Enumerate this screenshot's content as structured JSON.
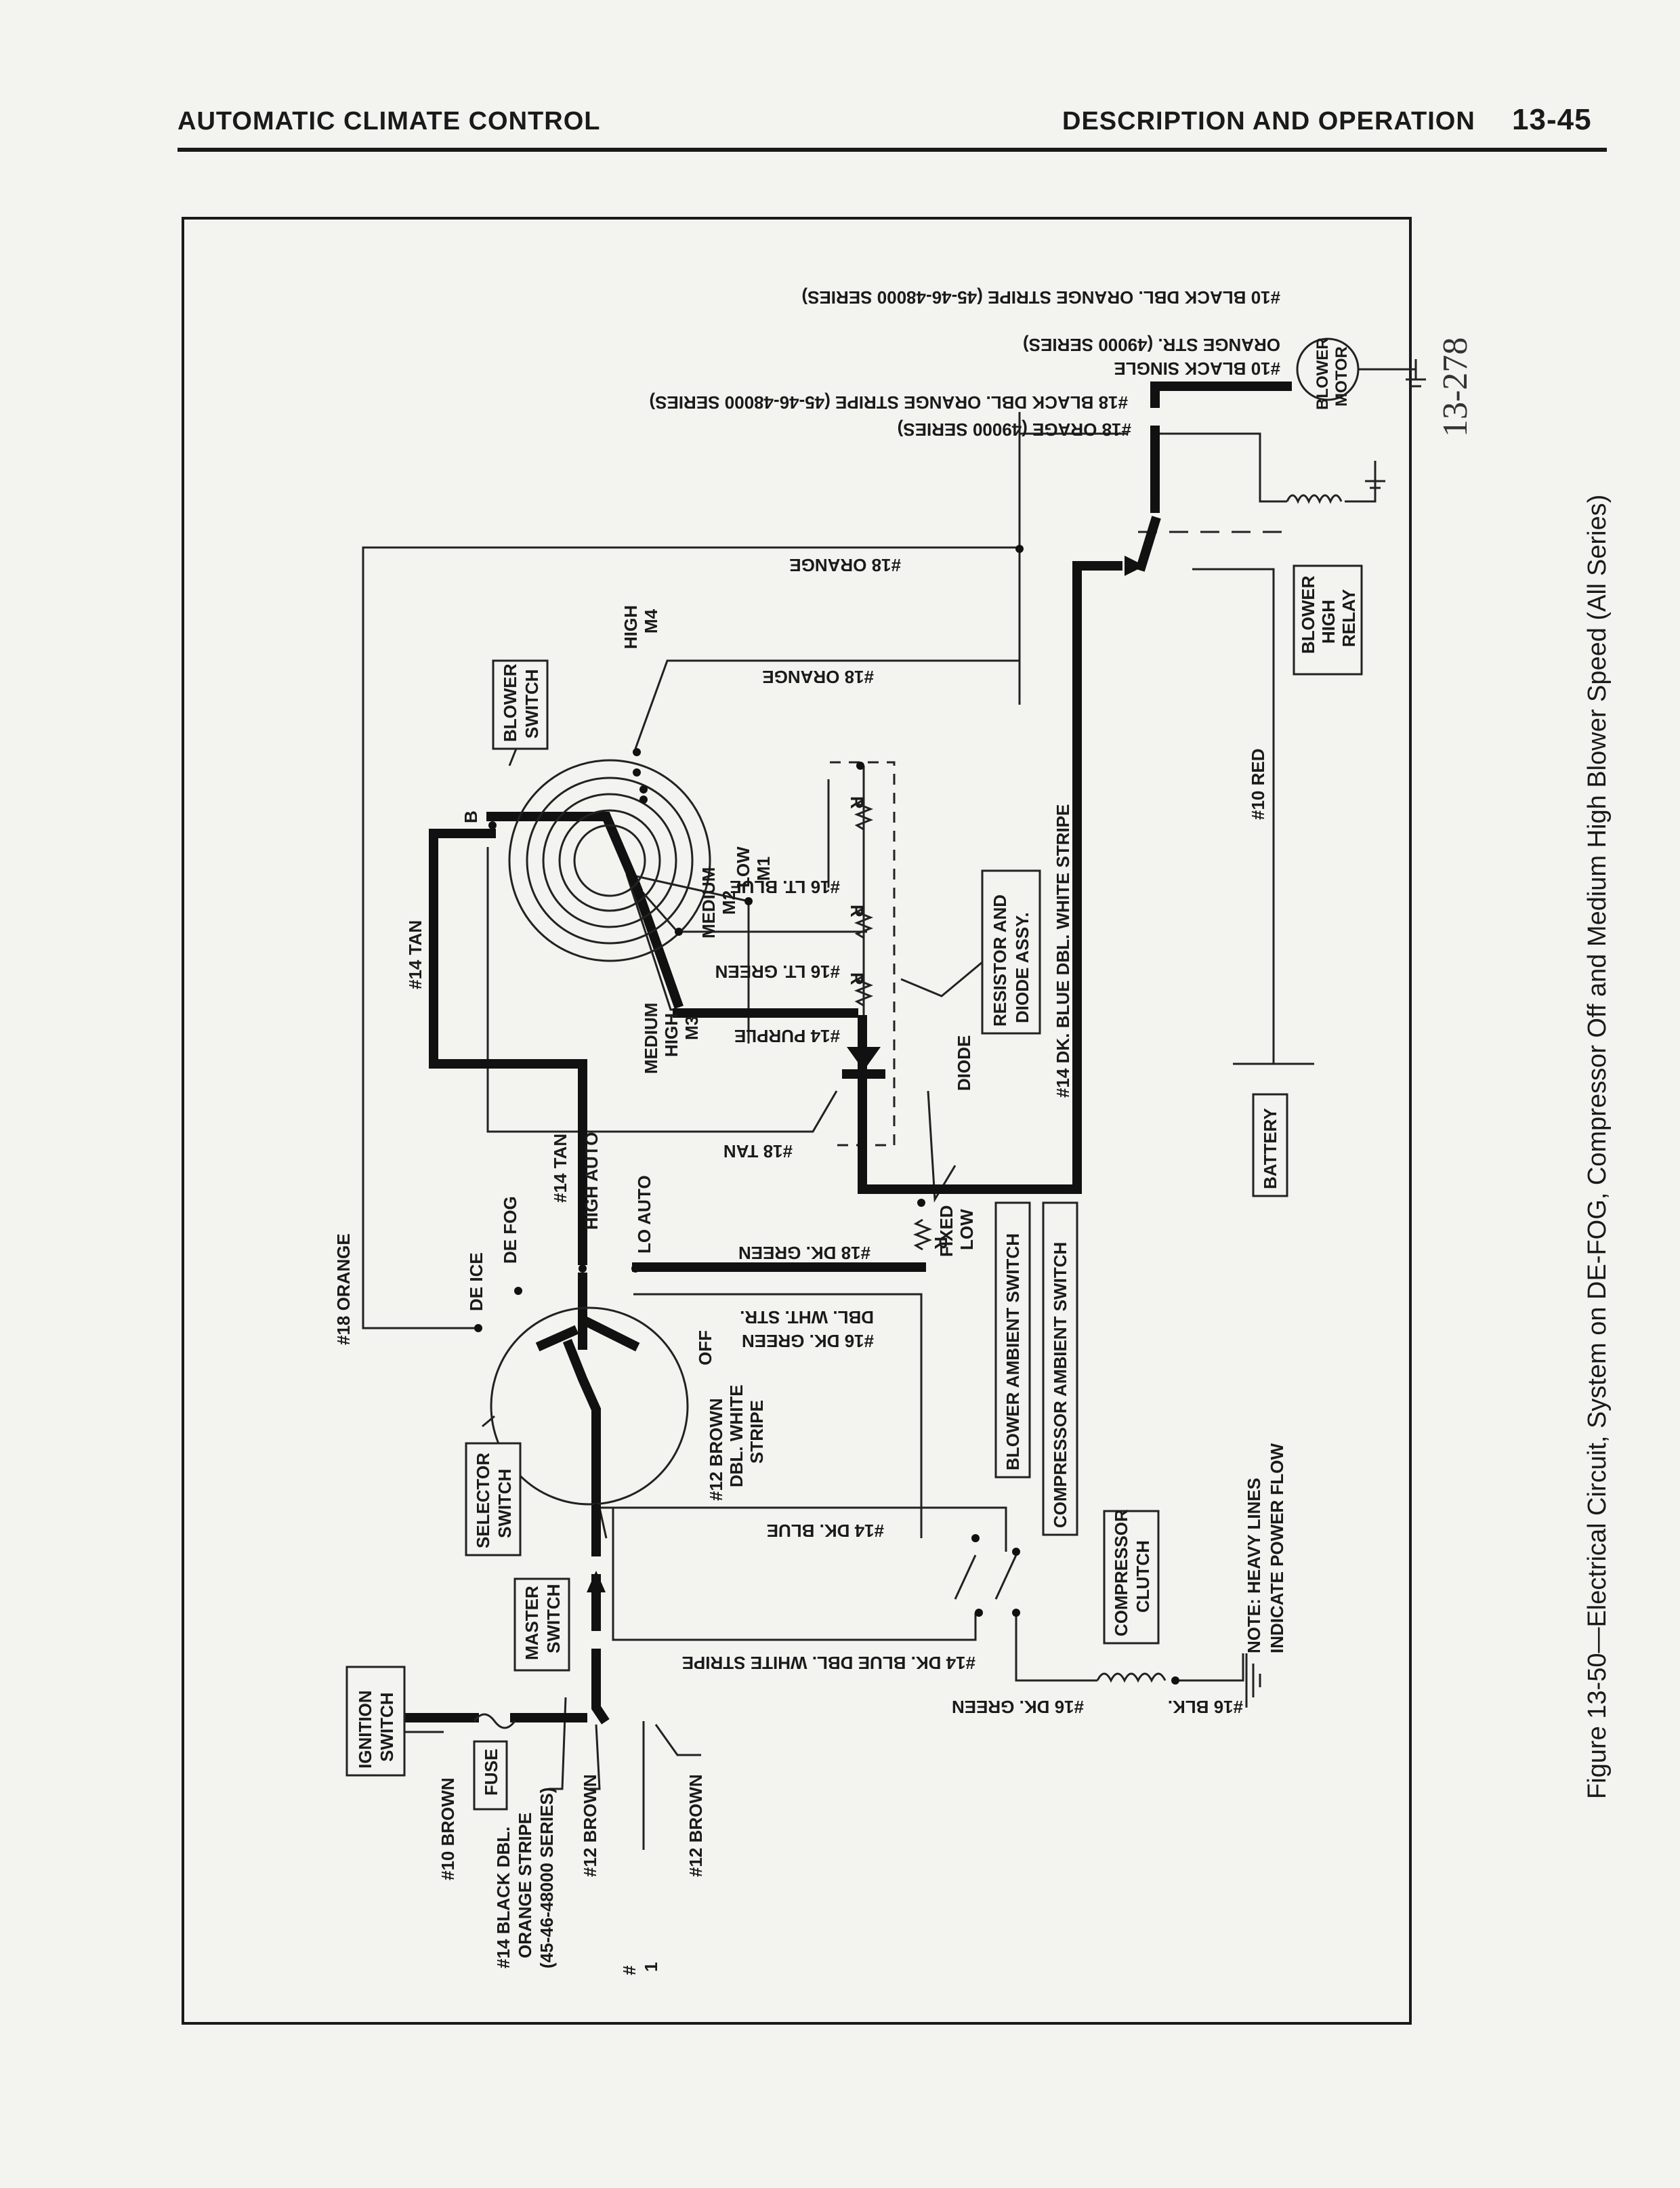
{
  "header": {
    "section": "AUTOMATIC CLIMATE CONTROL",
    "chapter": "DESCRIPTION AND OPERATION",
    "page": "13-45"
  },
  "figure": {
    "caption": "Figure 13-50—Electrical Circuit, System on DE-FOG, Compressor Off and Medium High Blower Speed (All Series)",
    "number": "13-278"
  },
  "components": {
    "ignition_switch": [
      "IGNITION",
      "SWITCH"
    ],
    "fuse": "FUSE",
    "master_switch": [
      "MASTER",
      "SWITCH"
    ],
    "selector_switch": [
      "SELECTOR",
      "SWITCH"
    ],
    "blower_switch": [
      "BLOWER",
      "SWITCH"
    ],
    "resistor_diode": [
      "RESISTOR AND",
      "DIODE ASSY."
    ],
    "blower_ambient_switch": "BLOWER AMBIENT SWITCH",
    "compressor_ambient_switch": "COMPRESSOR AMBIENT SWITCH",
    "compressor_clutch": [
      "COMPRESSOR",
      "CLUTCH"
    ],
    "battery": "BATTERY",
    "blower_high_relay": [
      "BLOWER",
      "HIGH",
      "RELAY"
    ],
    "blower_motor": [
      "BLOWER",
      "MOTOR"
    ],
    "diode": "DIODE"
  },
  "positions": {
    "de_ice": "DE ICE",
    "de_fog": "DE FOG",
    "high_auto": "HIGH AUTO",
    "lo_auto": "LO AUTO",
    "off": "OFF",
    "b": "B",
    "high_m4": [
      "HIGH",
      "M4"
    ],
    "medium_high_m3": [
      "MEDIUM",
      "HIGH",
      "M3"
    ],
    "medium_m2": [
      "MEDIUM",
      "M2"
    ],
    "low_m1": [
      "LOW",
      "M1"
    ],
    "fixed_low": [
      "FIXED",
      "LOW"
    ],
    "r": "R"
  },
  "wires": {
    "w10_brown": "#10 BROWN",
    "w14_black_dbl": [
      "#14 BLACK DBL.",
      "ORANGE STRIPE",
      "(45-46-48000 SERIES)"
    ],
    "w12_brown_a": "#12 BROWN",
    "w16_lt_blue": "#16 LT. BLUE",
    "w12_brown_b": "#12 BROWN",
    "w12_brown_dbl": [
      "#12 BROWN",
      "DBL. WHITE",
      "STRIPE"
    ],
    "w18_orange_left": "#18 ORANGE",
    "w14_tan_a": "#14 TAN",
    "w14_tan_b": "#14 TAN",
    "w18_tan": "#18 TAN",
    "w14_purple": "#14 PURPLE",
    "w16_lt_green": "#16 LT. GREEN",
    "w18_orange_mid": "#18 ORANGE",
    "w18_orange_top": "#18 ORANGE",
    "w18_dk_green": "#18 DK. GREEN",
    "w16_dk_green_dbl": [
      "#16 DK. GREEN",
      "DBL. WHT. STR."
    ],
    "w14_dk_blue": "#14 DK. BLUE",
    "w14_dk_blue_dbl": "#14 DK. BLUE DBL. WHITE STRIPE",
    "w14_dk_blue_vert": "#14 DK. BLUE DBL. WHITE STRIPE",
    "w16_dk_green": "#16 DK. GREEN",
    "w16_blk": "#16 BLK.",
    "w10_red": "#10 RED",
    "w18_orange_49000": "#18 ORAGE (49000 SERIES)",
    "w18_black_dbl": "#18 BLACK DBL. ORANGE STRIPE  (45-46-48000 SERIES)",
    "w10_black_single": [
      "#10 BLACK SINGLE",
      "ORANGE STR. (49000 SERIES)"
    ],
    "w10_black_dbl": "#10 BLACK DBL. ORANGE STRIPE (45-46-48000 SERIES)"
  },
  "note": [
    "NOTE: HEAVY LINES",
    "INDICATE POWER FLOW"
  ]
}
